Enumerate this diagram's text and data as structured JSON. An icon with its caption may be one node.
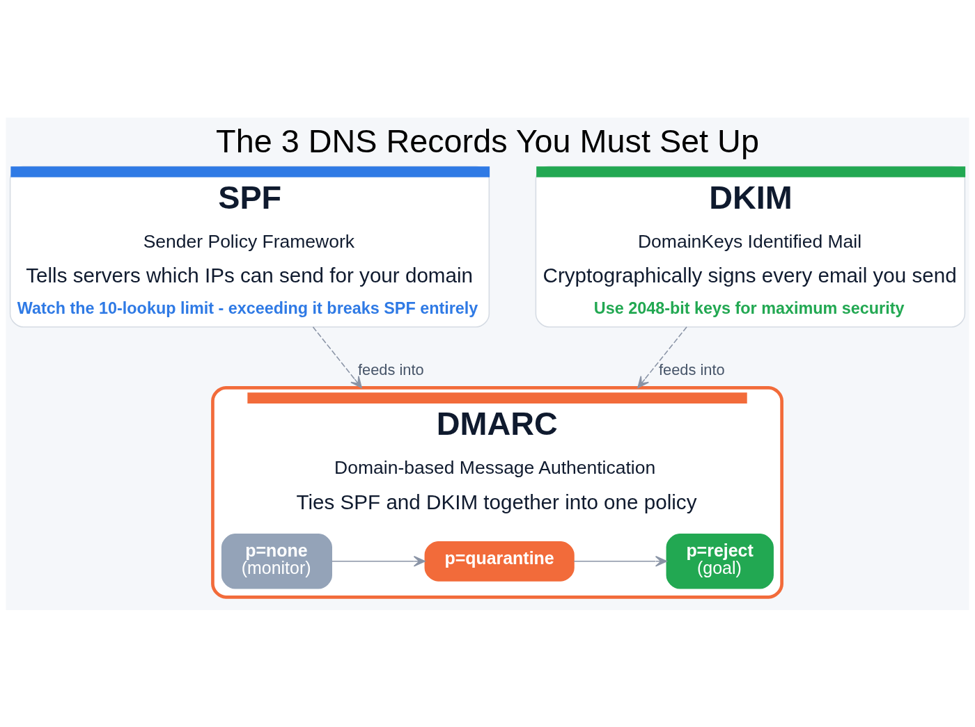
{
  "diagram": {
    "title": "The 3 DNS Records You Must Set Up",
    "nodes": [
      {
        "text": [
          "SPF",
          "Sender Policy Framework",
          "Tells servers which IPs can send for your domain",
          "Watch the 10-lookup limit - exceeding it breaks SPF entirely"
        ]
      },
      {
        "text": [
          "DKIM",
          "DomainKeys Identified Mail",
          "Cryptographically signs every email you send",
          "Use 2048-bit keys for maximum security"
        ]
      },
      {
        "text": [
          "DMARC",
          "Domain-based Message Authentication",
          "Ties SPF and DKIM together into one policy"
        ]
      },
      {
        "text": [
          "p=none",
          "(monitor)"
        ],
        "in": 2
      },
      {
        "text": [
          "p=quarantine"
        ],
        "in": 2
      },
      {
        "text": [
          "p=reject",
          "(goal)"
        ],
        "in": 2
      }
    ],
    "edges": [
      {
        "from": 0,
        "to": 2,
        "arrow": "to",
        "label": "feeds into",
        "style": "dashed"
      },
      {
        "from": 1,
        "to": 2,
        "arrow": "to",
        "label": "feeds into",
        "style": "dashed"
      },
      {
        "from": 3,
        "to": 4,
        "arrow": "to"
      },
      {
        "from": 4,
        "to": 5,
        "arrow": "to"
      }
    ]
  }
}
